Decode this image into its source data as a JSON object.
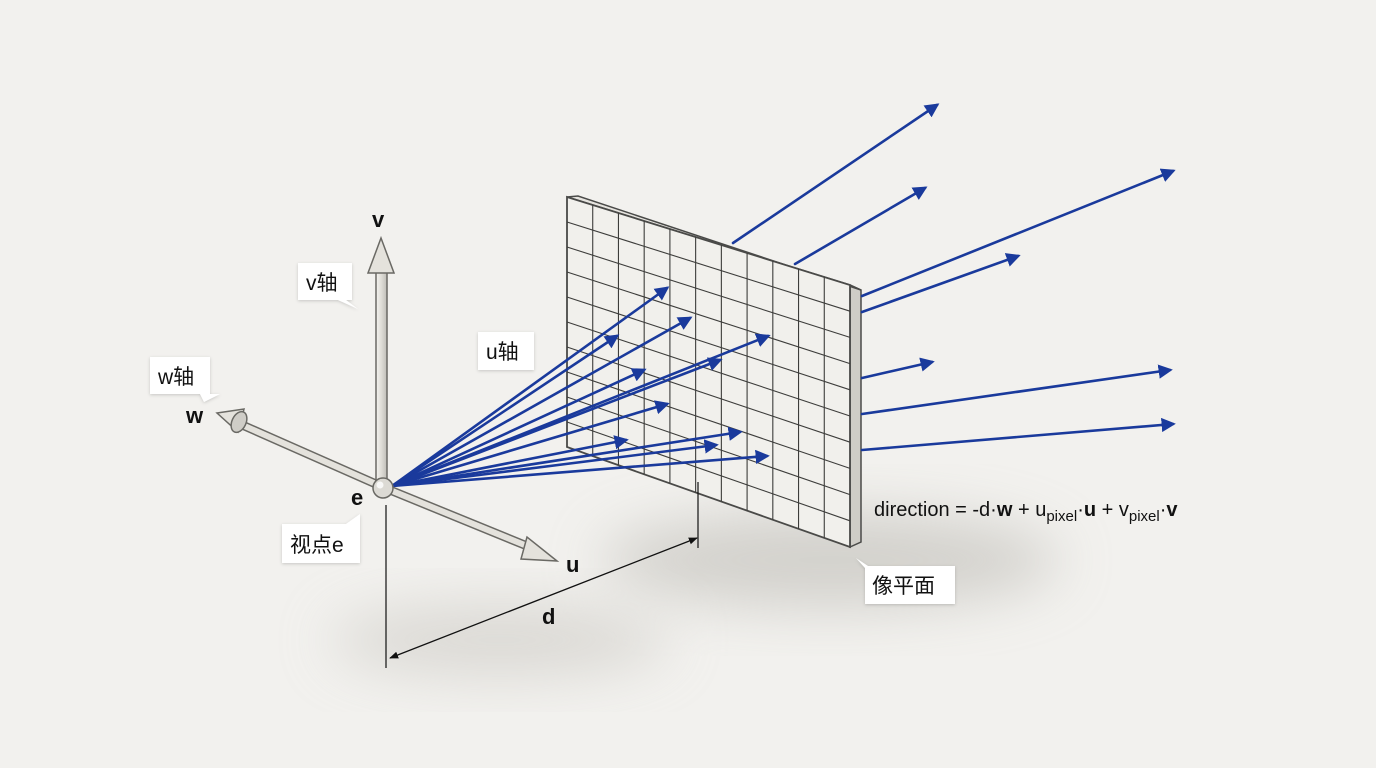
{
  "axes": {
    "v": "v",
    "w": "w",
    "u": "u",
    "eye": "e",
    "distance": "d"
  },
  "callouts": {
    "v_axis": "v轴",
    "u_axis": "u轴",
    "w_axis": "w轴",
    "viewpoint": "视点e",
    "image_plane": "像平面"
  },
  "formula": {
    "lhs": "direction = -d·",
    "w": "w",
    "plus1": " + u",
    "sub1": "pixel",
    "dot1": "·",
    "u": "u",
    "plus2": " + v",
    "sub2": "pixel",
    "dot2": "·",
    "v": "v"
  },
  "colors": {
    "ray": "#1a3a9c",
    "axis_body": "#e4e2dc",
    "axis_edge": "#6a6964",
    "plane_fill": "#f1f0ec",
    "plane_edge": "#4a4a48",
    "grid": "#3d3d3b"
  }
}
